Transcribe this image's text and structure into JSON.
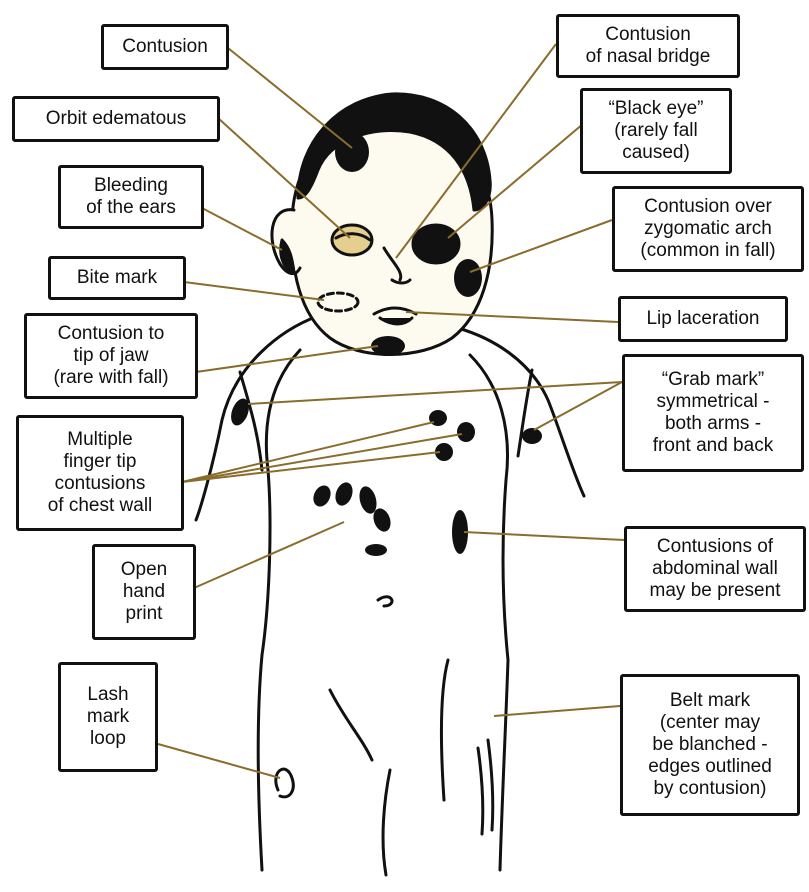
{
  "palette": {
    "ink": "#111111",
    "leader": "#8a6c2c",
    "skin": "#fdfaf0",
    "bruise": "#1a1a1a",
    "bleed": "#e4cf8e",
    "background": "#ffffff"
  },
  "labels": {
    "contusion": "Contusion",
    "orbit": "Orbit edematous",
    "ears": "Bleeding\nof the ears",
    "bite": "Bite mark",
    "jaw": "Contusion to\ntip of jaw\n(rare with fall)",
    "finger": "Multiple\nfinger tip\ncontusions\nof chest wall",
    "hand": "Open\nhand\nprint",
    "lash": "Lash\nmark\nloop",
    "nasal": "Contusion\nof nasal bridge",
    "blackeye": "“Black eye”\n(rarely fall\ncaused)",
    "zygomatic": "Contusion over\nzygomatic arch\n(common in fall)",
    "lip": "Lip laceration",
    "grab": "“Grab mark”\nsymmetrical -\nboth arms -\nfront and back",
    "abdominal": "Contusions of\nabdominal wall\nmay be present",
    "belt": "Belt mark\n(center may\nbe blanched -\nedges outlined\nby contusion)"
  }
}
